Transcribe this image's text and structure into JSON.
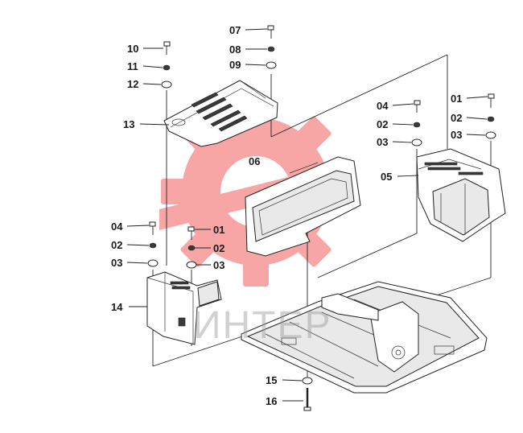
{
  "callouts": {
    "c01a": "01",
    "c02a": "02",
    "c03a": "03",
    "c04a": "04",
    "c02b": "02",
    "c03b": "03",
    "c05": "05",
    "c06": "06",
    "c07": "07",
    "c08": "08",
    "c09": "09",
    "c10": "10",
    "c11": "11",
    "c12": "12",
    "c13": "13",
    "c04b": "04",
    "c02c": "02",
    "c03c": "03",
    "c01b": "01",
    "c02d": "02",
    "c03d": "03",
    "c14": "14",
    "c15": "15",
    "c16": "16"
  },
  "watermark": {
    "text": "ИНТЕР",
    "color": "#ef2b2b"
  },
  "colors": {
    "line": "#222222",
    "background": "#ffffff"
  }
}
